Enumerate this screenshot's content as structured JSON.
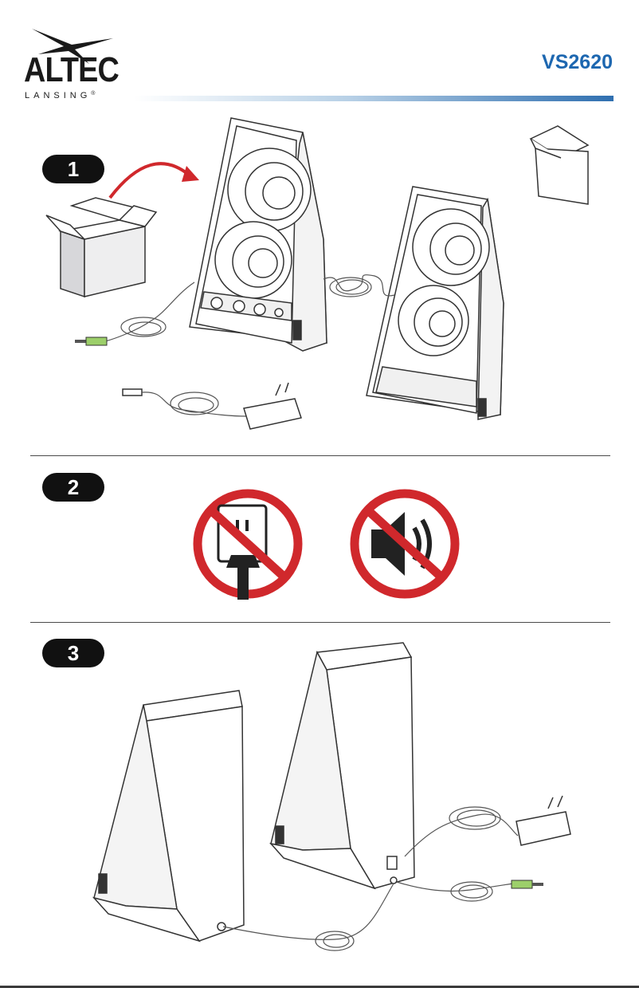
{
  "brand": {
    "name": "ALTEC",
    "tagline": "LANSING",
    "trademark": "®"
  },
  "header": {
    "model": "VS2620"
  },
  "steps": [
    {
      "number": "1"
    },
    {
      "number": "2"
    },
    {
      "number": "3"
    }
  ],
  "colors": {
    "model_blue": "#1d67b0",
    "warning_red": "#d0282c",
    "jack_green": "#9ccf6a"
  }
}
